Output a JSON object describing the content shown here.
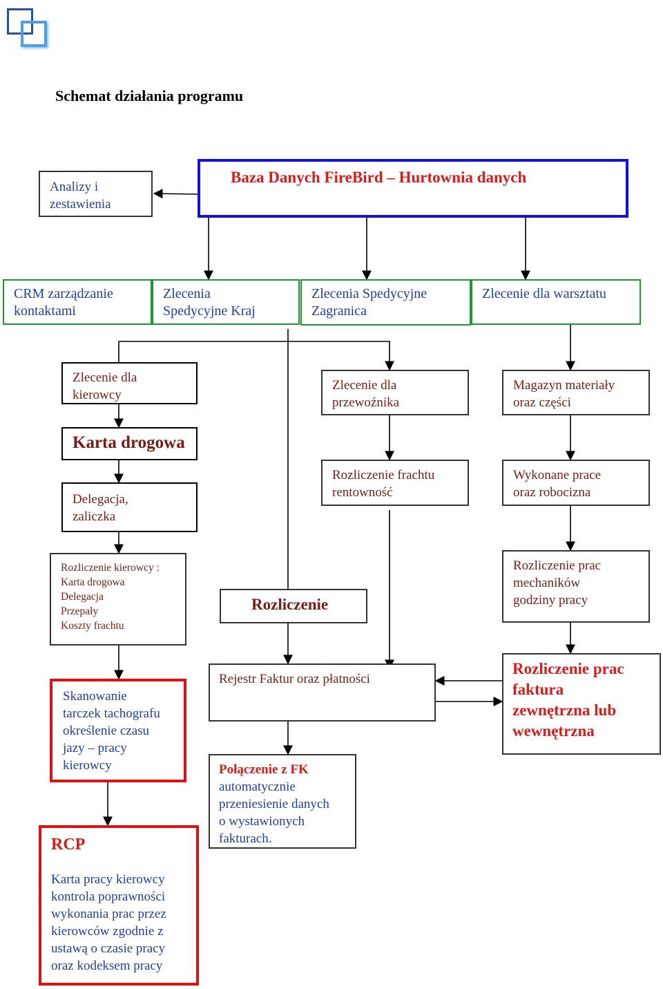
{
  "title": "Schemat  działania programu",
  "colors": {
    "blue_text": "#1f3fa8",
    "brown_text": "#7a1c12",
    "red_text": "#dd1a1a",
    "blue_border": "#1010e0",
    "green_border": "#1a9a2a",
    "red_border": "#e01010"
  },
  "logo": {
    "icon": "overlapping-squares-logo"
  },
  "boxes": {
    "analizy": [
      "Analizy i",
      "zestawienia"
    ],
    "baza": [
      "Baza Danych FireBird – Hurtownia danych"
    ],
    "crm": [
      "CRM zarządzanie",
      "kontaktami"
    ],
    "kraj": [
      "Zlecenia",
      "Spedycyjne Kraj"
    ],
    "zagranica": [
      "Zlecenia Spedycyjne",
      "Zagranica"
    ],
    "warsztat": [
      "Zlecenie dla warsztatu"
    ],
    "kierowcy": [
      "Zlecenie dla",
      "kierowcy"
    ],
    "przewoznika": [
      "Zlecenie dla",
      "przewoźnika"
    ],
    "magazyn": [
      "Magazyn materiały",
      "oraz części"
    ],
    "karta": [
      "Karta drogowa"
    ],
    "delegacja": [
      "Delegacja,",
      "zaliczka"
    ],
    "frachtu": [
      "Rozliczenie frachtu",
      "rentowność"
    ],
    "wykonane": [
      "Wykonane prace",
      "oraz robocizna"
    ],
    "rozl_kier": [
      "Rozliczenie kierowcy :",
      "Karta drogowa",
      "Delegacja",
      "Przepały",
      "Koszty frachtu"
    ],
    "rozliczenie": [
      "Rozliczenie"
    ],
    "mechanikow": [
      "Rozliczenie prac",
      "mechaników",
      "godziny pracy"
    ],
    "skanowanie": [
      "Skanowanie",
      "tarczek tachografu",
      "określenie czasu",
      "jazy – pracy",
      "kierowcy"
    ],
    "rejestr": [
      "Rejestr Faktur oraz płatności"
    ],
    "faktura": [
      "Rozliczenie prac",
      "faktura",
      "zewnętrzna lub",
      "wewnętrzna"
    ],
    "rcp_title": "RCP",
    "rcp": [
      "Karta pracy kierowcy",
      "kontrola poprawności",
      "wykonania prac przez",
      "kierowców zgodnie z",
      "ustawą o czasie pracy",
      "oraz kodeksem pracy"
    ],
    "fk_title": "Połączenie z FK",
    "fk": [
      "automatycznie",
      "przeniesienie danych",
      "o wystawionych",
      "fakturach."
    ]
  }
}
